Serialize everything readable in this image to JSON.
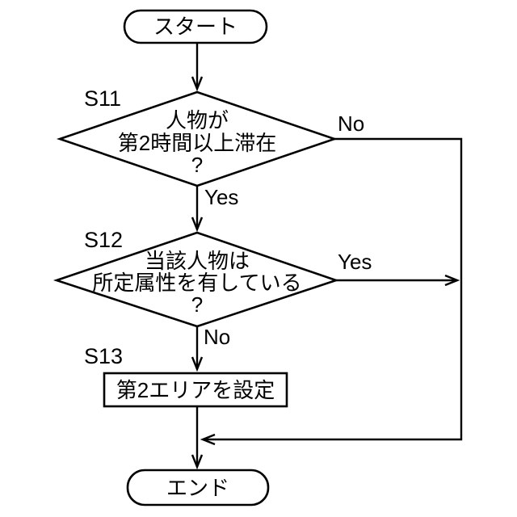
{
  "diagram_type": "flowchart",
  "colors": {
    "background": "#ffffff",
    "line": "#000000",
    "text": "#000000"
  },
  "nodes": {
    "start": {
      "shape": "terminal",
      "label": "スタート"
    },
    "s11": {
      "shape": "decision",
      "step": "S11",
      "line1": "人物が",
      "line2": "第2時間以上滞在",
      "line3": "?"
    },
    "s12": {
      "shape": "decision",
      "step": "S12",
      "line1": "当該人物は",
      "line2": "所定属性を有している",
      "line3": "?"
    },
    "s13": {
      "shape": "process",
      "step": "S13",
      "label": "第2エリアを設定"
    },
    "end": {
      "shape": "terminal",
      "label": "エンド"
    }
  },
  "edges": {
    "s11_no": {
      "label": "No"
    },
    "s11_yes": {
      "label": "Yes"
    },
    "s12_yes": {
      "label": "Yes"
    },
    "s12_no": {
      "label": "No"
    }
  }
}
